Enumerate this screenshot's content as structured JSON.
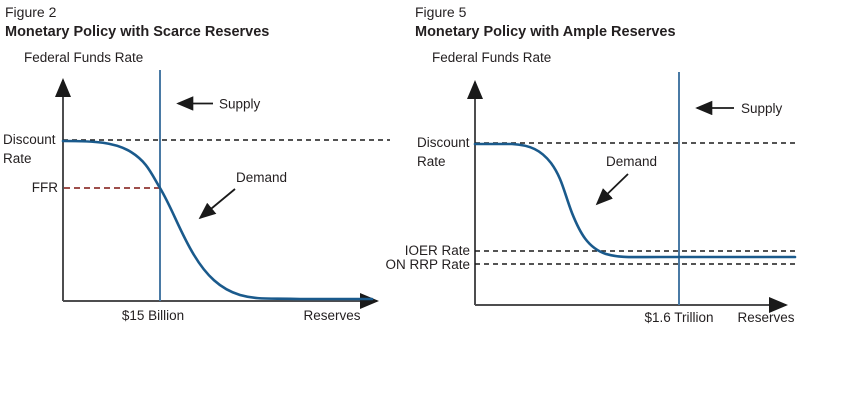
{
  "colors": {
    "demand": "#1a5a8c",
    "supply": "#4a7aa5",
    "ffr_dashed": "#9e4f4b",
    "policy_dashed": "#1a1a1a",
    "axis": "#4d4d4f",
    "text": "#231f20"
  },
  "figures": [
    {
      "figure_label": "Figure 2",
      "title": "Monetary Policy with Scarce Reserves",
      "y_axis_label": "Federal Funds Rate",
      "x_axis_label": "Reserves",
      "supply_label": "Supply",
      "demand_label": "Demand",
      "discount_rate_label_line1": "Discount",
      "discount_rate_label_line2": "Rate",
      "ffr_label": "FFR",
      "supply_quantity_label": "$15 Billion"
    },
    {
      "figure_label": "Figure 5",
      "title": "Monetary Policy with Ample Reserves",
      "y_axis_label": "Federal Funds Rate",
      "x_axis_label": "Reserves",
      "supply_label": "Supply",
      "demand_label": "Demand",
      "discount_rate_label_line1": "Discount",
      "discount_rate_label_line2": "Rate",
      "ioer_label": "IOER Rate",
      "on_rrp_label": "ON RRP Rate",
      "supply_quantity_label": "$1.6 Trillion"
    }
  ],
  "chart_data": [
    {
      "type": "line",
      "title": "Figure 2 — Monetary Policy with Scarce Reserves",
      "xlabel": "Reserves",
      "ylabel": "Federal Funds Rate",
      "axis_numeric_scale": "none (schematic); y normalized 0–1 where 1 = Discount Rate level",
      "x_tick_labels": [
        "$15 Billion"
      ],
      "legend_position": "inline annotations with arrows",
      "grid": false,
      "series": [
        {
          "name": "Demand",
          "style": "solid",
          "color": "#1a5a8c",
          "points_xy_rel": [
            [
              0,
              1.0
            ],
            [
              0.12,
              1.0
            ],
            [
              0.21,
              0.93
            ],
            [
              0.3,
              0.7
            ],
            [
              0.38,
              0.45
            ],
            [
              0.46,
              0.2
            ],
            [
              0.56,
              0.04
            ],
            [
              0.62,
              0.015
            ],
            [
              1.0,
              0.01
            ]
          ]
        },
        {
          "name": "Supply",
          "style": "vertical line",
          "color": "#4a7aa5",
          "x_rel": 0.3,
          "x_label": "$15 Billion"
        },
        {
          "name": "Discount Rate",
          "style": "dashed horizontal",
          "color": "#1a1a1a",
          "y_rel": 1.0
        },
        {
          "name": "FFR",
          "style": "dashed horizontal (axis to supply/demand intersection)",
          "color": "#9e4f4b",
          "y_rel": 0.7
        }
      ],
      "annotations": [
        "Supply (arrow to vertical supply line)",
        "Demand (arrow to downward-sloping curve)"
      ]
    },
    {
      "type": "line",
      "title": "Figure 5 — Monetary Policy with Ample Reserves",
      "xlabel": "Reserves",
      "ylabel": "Federal Funds Rate",
      "axis_numeric_scale": "none (schematic); y normalized 0–1 where 1 = Discount Rate level",
      "x_tick_labels": [
        "$1.6 Trillion"
      ],
      "legend_position": "inline annotations with arrows",
      "grid": false,
      "series": [
        {
          "name": "Demand",
          "style": "solid",
          "color": "#1a5a8c",
          "points_xy_rel": [
            [
              0,
              1.0
            ],
            [
              0.12,
              1.0
            ],
            [
              0.2,
              0.92
            ],
            [
              0.27,
              0.64
            ],
            [
              0.31,
              0.45
            ],
            [
              0.37,
              0.33
            ],
            [
              0.45,
              0.3
            ],
            [
              0.64,
              0.3
            ],
            [
              1.0,
              0.3
            ]
          ]
        },
        {
          "name": "Supply",
          "style": "vertical line",
          "color": "#4a7aa5",
          "x_rel": 0.64,
          "x_label": "$1.6 Trillion"
        },
        {
          "name": "Discount Rate",
          "style": "dashed horizontal",
          "color": "#1a1a1a",
          "y_rel": 1.0
        },
        {
          "name": "IOER Rate",
          "style": "dashed horizontal",
          "color": "#1a1a1a",
          "y_rel": 0.33
        },
        {
          "name": "ON RRP Rate",
          "style": "dashed horizontal",
          "color": "#1a1a1a",
          "y_rel": 0.25
        }
      ],
      "annotations": [
        "Supply (arrow to vertical supply line)",
        "Demand (arrow to downward-sloping curve)",
        "demand curve flattens between IOER Rate and ON RRP Rate"
      ]
    }
  ]
}
